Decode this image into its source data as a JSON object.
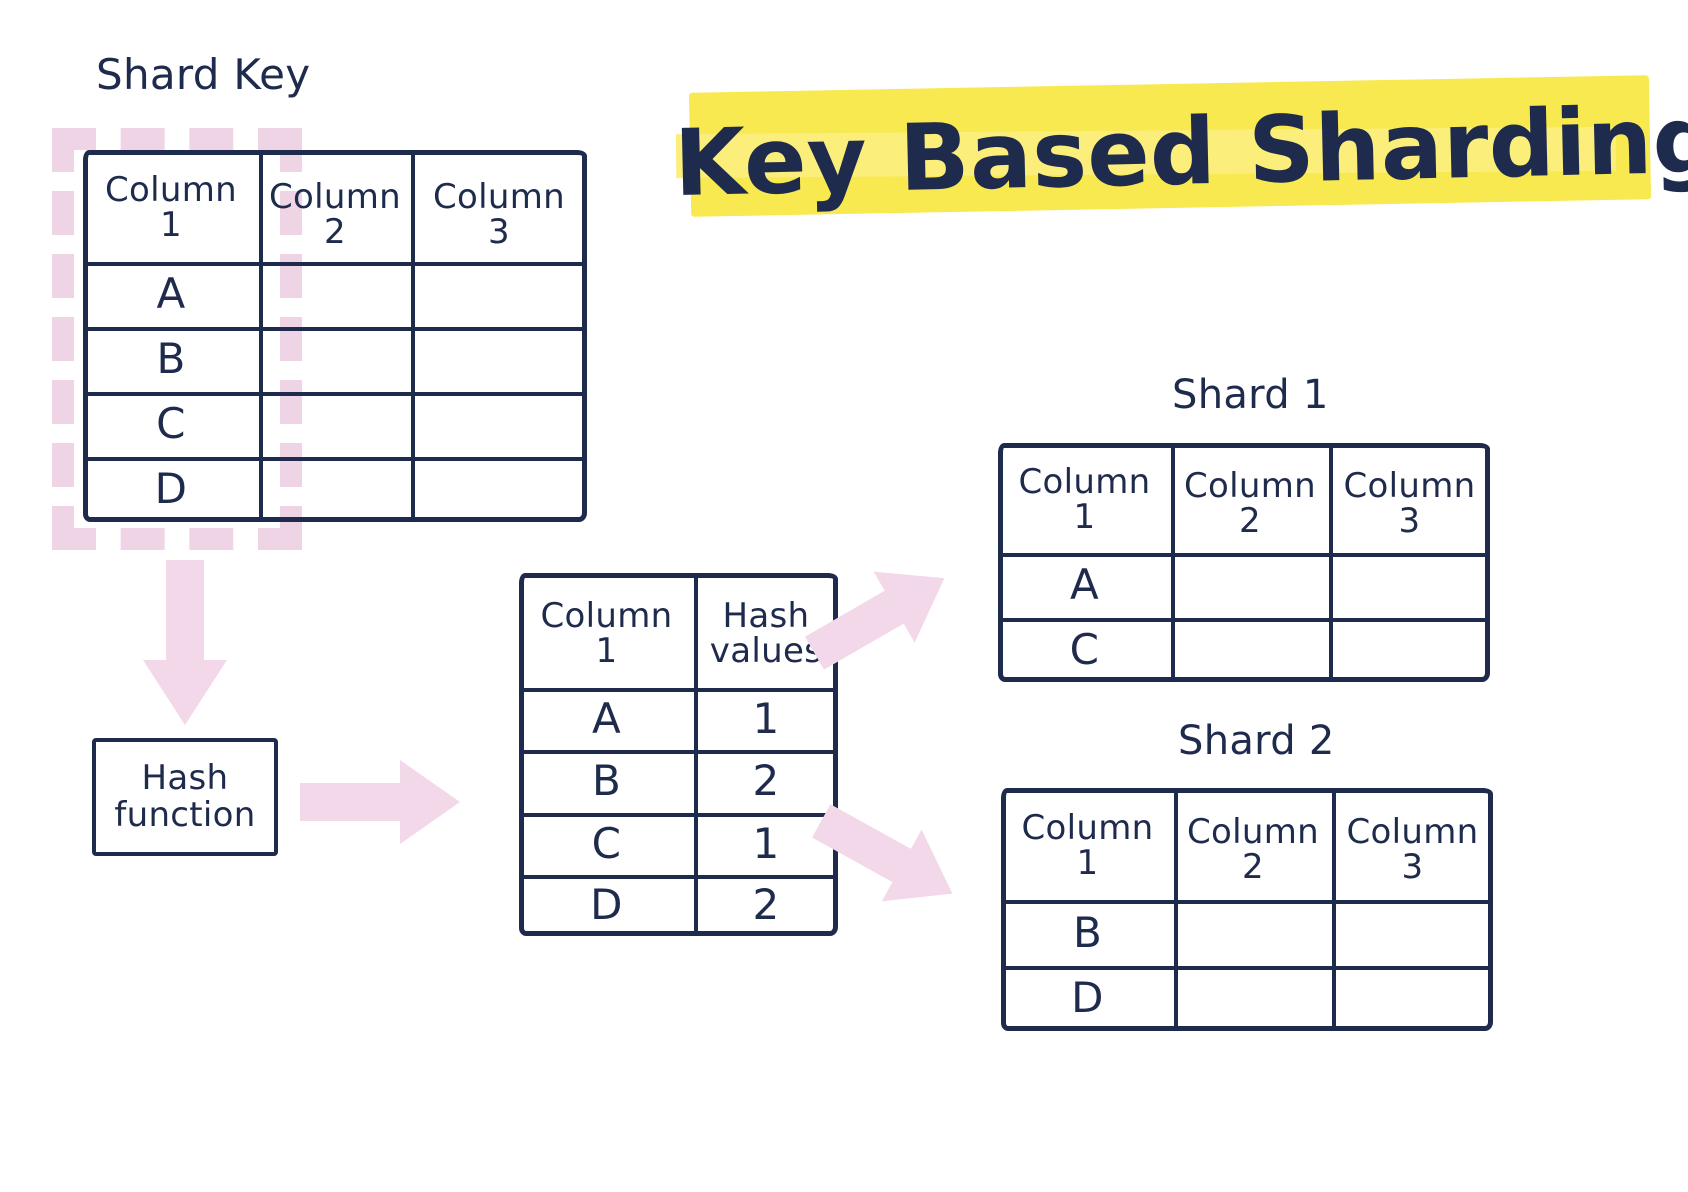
{
  "title": {
    "text": "Key Based Sharding",
    "highlight_color": "#f7e94f"
  },
  "colors": {
    "ink": "#1f2b4d",
    "highlight_yellow": "#f7e94f",
    "arrow_pink": "#f2d8e8",
    "dashed_pink": "#efd4e5",
    "background": "#ffffff"
  },
  "labels": {
    "shard_key": "Shard Key",
    "shard1": "Shard 1",
    "shard2": "Shard 2",
    "hash_function": "Hash\nfunction"
  },
  "main_table": {
    "headers": [
      "Column\n1",
      "Column\n2",
      "Column\n3"
    ],
    "rows": [
      [
        "A",
        "",
        ""
      ],
      [
        "B",
        "",
        ""
      ],
      [
        "C",
        "",
        ""
      ],
      [
        "D",
        "",
        ""
      ]
    ]
  },
  "hash_table": {
    "headers": [
      "Column\n1",
      "Hash\nvalues"
    ],
    "rows": [
      [
        "A",
        "1"
      ],
      [
        "B",
        "2"
      ],
      [
        "C",
        "1"
      ],
      [
        "D",
        "2"
      ]
    ]
  },
  "shard1_table": {
    "headers": [
      "Column\n1",
      "Column\n2",
      "Column\n3"
    ],
    "rows": [
      [
        "A",
        "",
        ""
      ],
      [
        "C",
        "",
        ""
      ]
    ]
  },
  "shard2_table": {
    "headers": [
      "Column\n1",
      "Column\n2",
      "Column\n3"
    ],
    "rows": [
      [
        "B",
        "",
        ""
      ],
      [
        "D",
        "",
        ""
      ]
    ]
  },
  "arrows": [
    {
      "name": "shard-key-to-hash-function",
      "direction": "down"
    },
    {
      "name": "hash-function-to-hash-table",
      "direction": "right"
    },
    {
      "name": "hash-table-to-shard1",
      "direction": "up-right"
    },
    {
      "name": "hash-table-to-shard2",
      "direction": "down-right"
    }
  ]
}
